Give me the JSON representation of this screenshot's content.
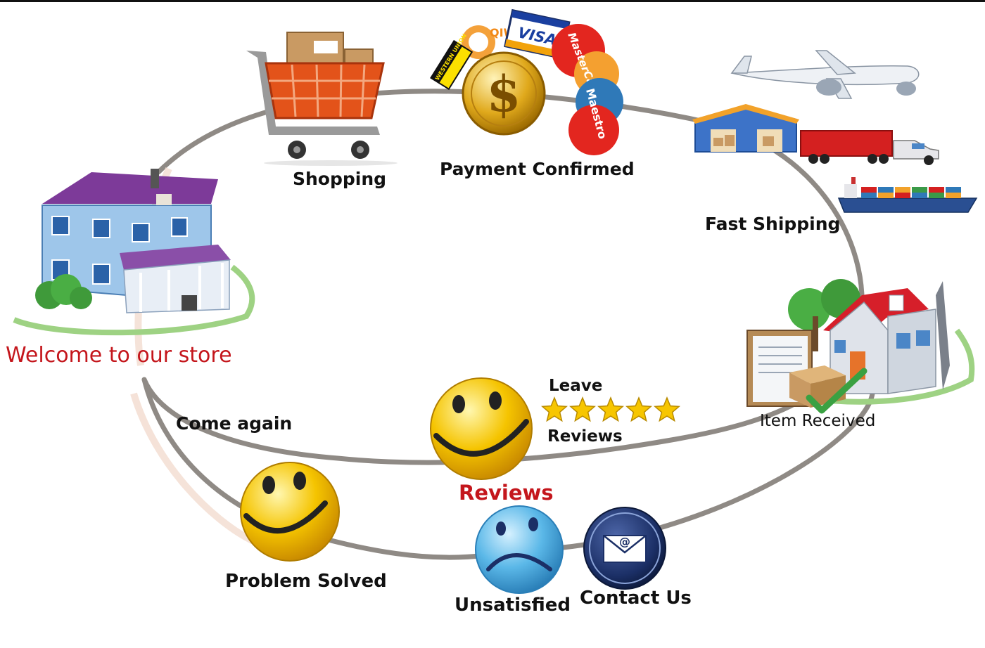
{
  "labels": {
    "shopping": "Shopping",
    "payment_confirmed": "Payment  Confirmed",
    "fast_shipping": "Fast  Shipping",
    "welcome": "Welcome  to  our  store",
    "item_received": "Item  Received",
    "leave": "Leave",
    "reviews_small": "Reviews",
    "reviews": "Reviews",
    "come_again": "Come  again",
    "problem_solved": "Problem Solved",
    "unsatisfied": "Unsatisfied",
    "contact_us": "Contact  Us"
  },
  "payment_logos": {
    "visa": "VISA",
    "mastercard": "MasterCa",
    "maestro": "Maestro",
    "qiwi": "QIW",
    "western_union": "WESTERN UNION"
  },
  "rating": {
    "stars": 5,
    "max": 5
  },
  "colors": {
    "loop_path": "#8f8a85",
    "accent_red": "#c4161c",
    "smiley_yellow": "#f5c400",
    "sad_blue": "#5bb8e8",
    "envelope_navy": "#1b2f66"
  },
  "icons": [
    "shopping-cart-icon",
    "dollar-coin-icon",
    "warehouse-icon",
    "airplane-icon",
    "truck-icon",
    "cargo-ship-icon",
    "house-icon",
    "delivered-house-icon",
    "happy-smiley-icon",
    "sad-smiley-icon",
    "envelope-icon",
    "star-icon"
  ]
}
